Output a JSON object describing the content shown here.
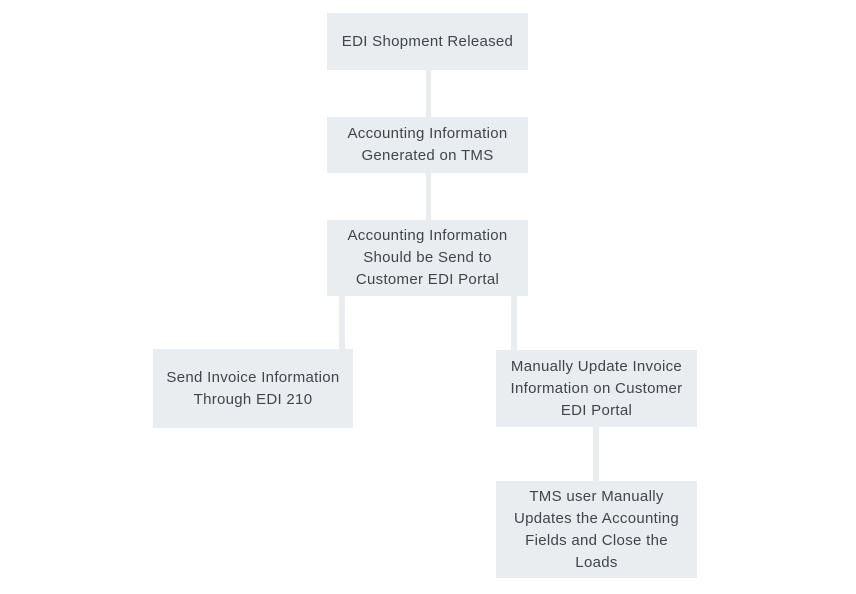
{
  "colors": {
    "node_fill": "#e9edf0",
    "connector_color": "#e9edf0",
    "text_color": "#3e454d",
    "canvas_bg": "#ffffff"
  },
  "diagram": {
    "type": "flowchart",
    "nodes": [
      {
        "id": "edi-shipment-released",
        "label": "EDI Shopment Released"
      },
      {
        "id": "accounting-info-generated",
        "label": "Accounting Information\nGenerated on TMS"
      },
      {
        "id": "accounting-info-send-portal",
        "label": "Accounting Information\nShould be Send to\nCustomer EDI Portal"
      },
      {
        "id": "send-invoice-edi-210",
        "label": "Send Invoice Information\nThrough EDI 210"
      },
      {
        "id": "manually-update-invoice",
        "label": "Manually Update Invoice\nInformation on Customer\nEDI Portal"
      },
      {
        "id": "tms-user-manual-update",
        "label": "TMS user Manually\nUpdates the Accounting\nFields and Close the\nLoads"
      }
    ],
    "edges": [
      {
        "from": "edi-shipment-released",
        "to": "accounting-info-generated"
      },
      {
        "from": "accounting-info-generated",
        "to": "accounting-info-send-portal"
      },
      {
        "from": "accounting-info-send-portal",
        "to": "send-invoice-edi-210"
      },
      {
        "from": "accounting-info-send-portal",
        "to": "manually-update-invoice"
      },
      {
        "from": "manually-update-invoice",
        "to": "tms-user-manual-update"
      }
    ]
  }
}
